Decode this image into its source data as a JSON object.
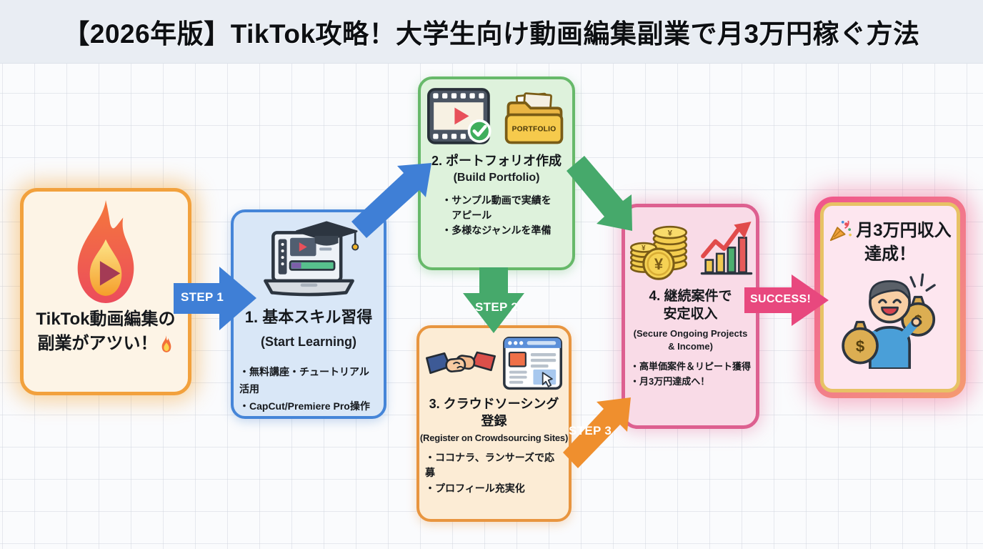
{
  "header": {
    "title": "【2026年版】TikTok攻略！大学生向け動画編集副業で月3万円稼ぐ方法"
  },
  "hook": {
    "icon": "flame-play-icon",
    "line1": "TikTok動画編集の",
    "line2": "副業がアツい！",
    "line2_icon": "flame-icon"
  },
  "arrows": {
    "step1_label": "STEP 1",
    "step2_label": "STEP 2",
    "step3_label": "STEP 3",
    "success_label": "SUCCESS!"
  },
  "step1": {
    "icon": "laptop-learning-icon",
    "title": "1. 基本スキル習得",
    "subtitle": "(Start Learning)",
    "bullets": [
      "・無料講座・チュートリアル活用",
      "・CapCut/Premiere Pro操作"
    ]
  },
  "step2": {
    "icons": [
      "film-check-icon",
      "portfolio-folder-icon"
    ],
    "folder_label": "PORTFOLIO",
    "title": "2. ポートフォリオ作成",
    "subtitle": "(Build Portfolio)",
    "bullets": [
      "・サンプル動画で実績を",
      "　アピール",
      "・多様なジャンルを準備"
    ]
  },
  "step3": {
    "icons": [
      "handshake-icon",
      "browser-click-icon"
    ],
    "title_line1": "3. クラウドソーシング",
    "title_line2": "登録",
    "subtitle": "(Register on Crowdsourcing Sites)",
    "bullets": [
      "・ココナラ、ランサーズで応募",
      "・プロフィール充実化"
    ]
  },
  "step4": {
    "icons": [
      "yen-coins-icon",
      "growth-chart-icon"
    ],
    "title_line1": "4. 継続案件で",
    "title_line2": "安定収入",
    "subtitle_line1": "(Secure Ongoing Projects",
    "subtitle_line2": "& Income)",
    "bullets": [
      "・高単価案件＆リピート獲得",
      "・月3万円達成へ！"
    ]
  },
  "goal": {
    "icon": "party-popper-icon",
    "line1": "月3万円収入",
    "line2": "達成！",
    "figure_icon": "boy-money-bags-icon"
  },
  "symbols": {
    "yen": "¥",
    "dollar": "$"
  },
  "colors": {
    "arrow_blue": "#3f7fd6",
    "arrow_green": "#46a96b",
    "arrow_orange": "#ef8f2e",
    "arrow_pink": "#e8487e",
    "hook_border": "#f2a13d",
    "step1_border": "#4585d8",
    "step2_border": "#67b96a",
    "step3_border": "#e8953f",
    "step4_border": "#dd6090",
    "goal_gold": "#e7c265"
  }
}
